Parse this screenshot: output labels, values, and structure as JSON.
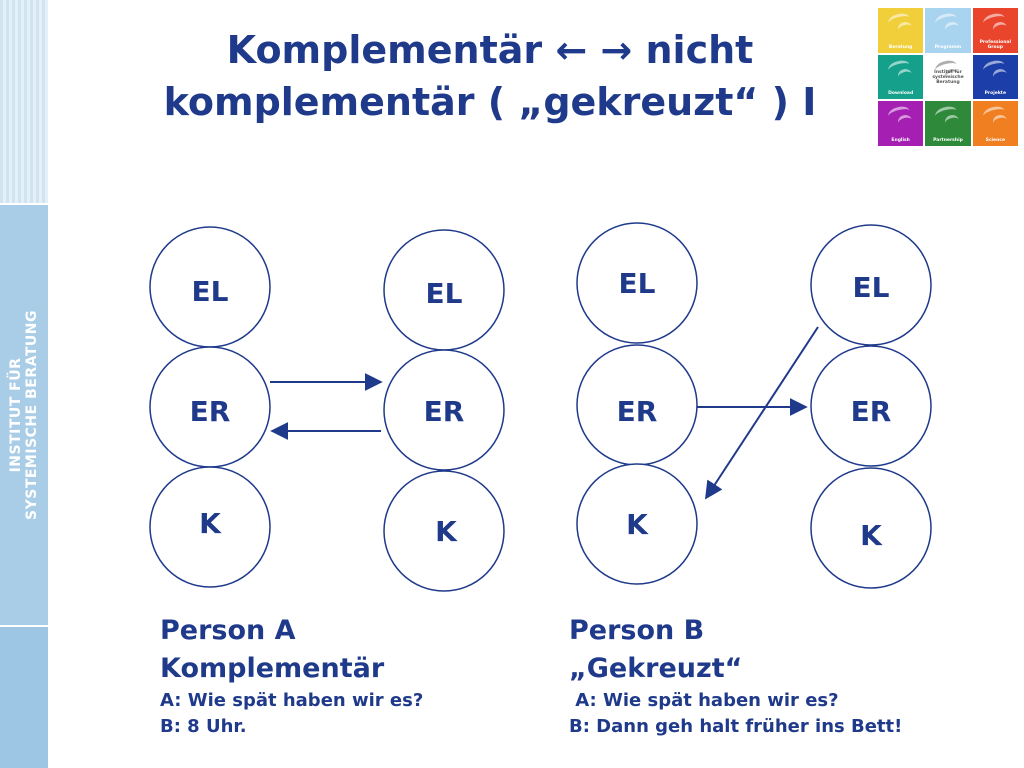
{
  "title": {
    "line1": "Komplementär ← → nicht",
    "line2": "komplementär ( „gekreuzt“ ) I"
  },
  "sidebar_logo": {
    "line1": "INSTITUT FÜR",
    "line2": "SYSTEMISCHE BERATUNG"
  },
  "tiles": [
    {
      "label": "Beratung",
      "color": "#f0cf3a"
    },
    {
      "label": "Programm",
      "color": "#a9d4ef"
    },
    {
      "label": "Professional Group",
      "color": "#e8452c"
    },
    {
      "label": "Download",
      "color": "#14a08a"
    },
    {
      "label": "Institut für systemische Beratung",
      "color": "#ffffff"
    },
    {
      "label": "Projekte",
      "color": "#1c3ea8"
    },
    {
      "label": "English",
      "color": "#a51fb3"
    },
    {
      "label": "Partnership",
      "color": "#2e8a3a"
    },
    {
      "label": "Science",
      "color": "#f07f22"
    }
  ],
  "diagram": {
    "nodes": [
      "EL",
      "ER",
      "K"
    ],
    "stroke_color": "#1f3a8a"
  },
  "captions": {
    "a": {
      "heading": "Person A",
      "subheading": "Komplementär",
      "line1": "A: Wie spät haben wir es?",
      "line2": "B: 8 Uhr."
    },
    "b": {
      "heading": "Person B",
      "subheading": "„Gekreuzt“",
      "line1": " A: Wie spät haben wir es?",
      "line2": "B: Dann geh halt früher ins Bett!"
    }
  }
}
